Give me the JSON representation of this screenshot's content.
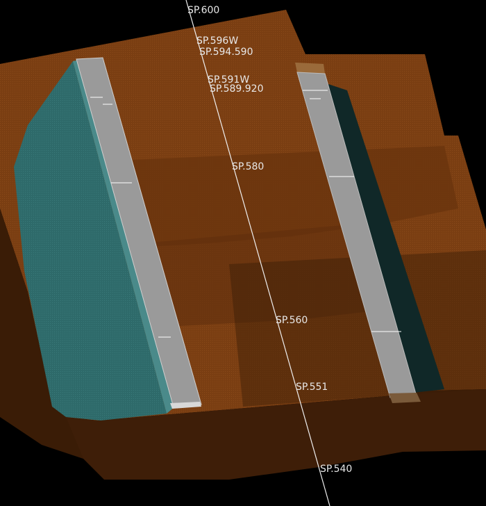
{
  "viewport": {
    "background": "#000000",
    "colors": {
      "terrain_top": "#7a3e12",
      "terrain_side": "#4a2408",
      "terrain_dark": "#2e1606",
      "teal_block": "#2e6a6a",
      "grey_beam": "#9a9a9a",
      "grey_beam_edge": "#c8c8c8",
      "alignment_line": "#f0f0f0",
      "label": "#e8e8e8"
    }
  },
  "stations": [
    {
      "id": "sp600",
      "label": "SP.600"
    },
    {
      "id": "sp596w",
      "label": "SP.596W"
    },
    {
      "id": "sp594590",
      "label": "SP.594.590"
    },
    {
      "id": "sp591w",
      "label": "SP.591W"
    },
    {
      "id": "sp589920",
      "label": "SP.589.920"
    },
    {
      "id": "sp580",
      "label": "SP.580"
    },
    {
      "id": "sp560",
      "label": "SP.560"
    },
    {
      "id": "sp551",
      "label": "SP.551"
    },
    {
      "id": "sp540",
      "label": "SP.540"
    }
  ]
}
